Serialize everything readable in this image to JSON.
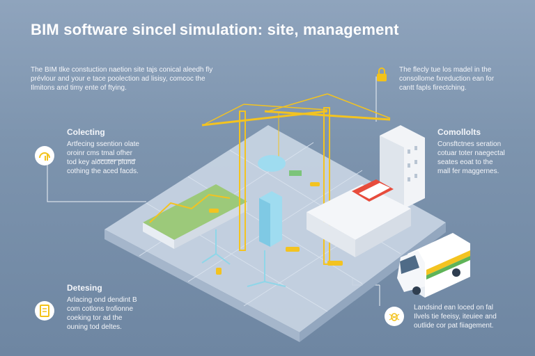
{
  "title": "BIM software sincel simulation: site, management",
  "intro": {
    "lines": [
      "The BIM tlke constuction naetion site tajs conical aleedh fly",
      "prévlour and your e tace poolection ad lisisy, comcoc the",
      "Ilmitons and timy ente of ftying."
    ]
  },
  "top_right": {
    "lines": [
      "The flecly tue los madel in the",
      "consollome fxreduction ean for",
      "cantt fapls firectching."
    ]
  },
  "collecting": {
    "heading": "Colecting",
    "lines": [
      "Artfecing ssention olate",
      "oroinr cms tmal ofher",
      "tod key alocuter plund",
      "cothing the aced facds."
    ]
  },
  "consolidate": {
    "heading": "Comollolts",
    "lines": [
      "Consftctnes seration",
      "cotuar toter naegectal",
      "seates eoat to the",
      "mall fer maggernes."
    ]
  },
  "detecting": {
    "heading": "Detesing",
    "lines": [
      "Arlacing ond dendint B",
      "com cotlons trofionne",
      "coeking tor ad the",
      "ouning tod deltes."
    ]
  },
  "bottom_right": {
    "lines": [
      "Landsind ean loced on fal",
      "Ilvels tie feeisy, iteuiee and",
      "outlide cor pat fiiagement."
    ]
  },
  "icons": {
    "collecting": "gauge-chart-icon",
    "detecting": "document-icon",
    "consolidate": "shield-icon",
    "bottom_right": "bug-icon",
    "top_right": "lock-icon"
  },
  "colors": {
    "accent": "#f2c21b",
    "crane": "#f3c320",
    "background": "#7f96af",
    "platform": "#b9c7d8"
  }
}
